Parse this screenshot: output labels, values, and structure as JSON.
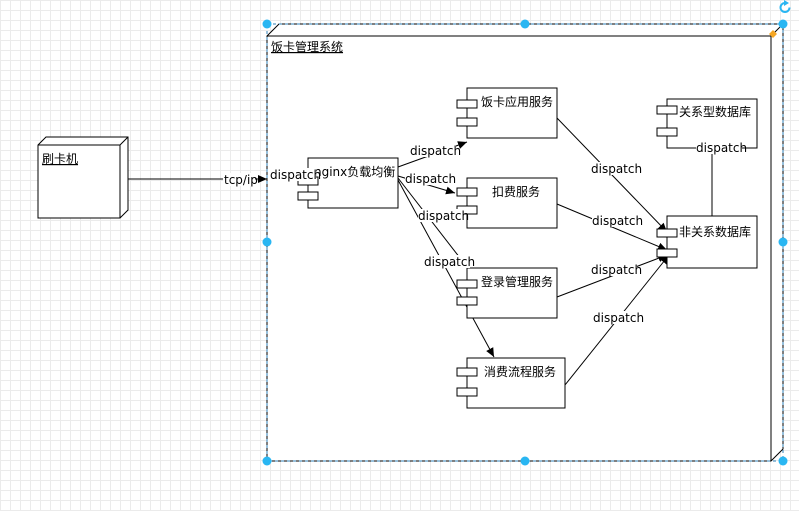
{
  "nodes": {
    "card_reader": "刷卡机",
    "system": "饭卡管理系统",
    "nginx": "nginx负载均衡",
    "card_app": "饭卡应用服务",
    "deduct": "扣费服务",
    "login": "登录管理服务",
    "consume": "消费流程服务",
    "relational_db": "关系型数据库",
    "nonrelational_db": "非关系数据库"
  },
  "edges": {
    "tcp": "tcp/ip",
    "dispatch": "dispatch"
  },
  "colors": {
    "selection": "#29b6f2",
    "line": "#000000",
    "selection_border": "#2f80b8",
    "corner_handle": "#f5a623"
  }
}
